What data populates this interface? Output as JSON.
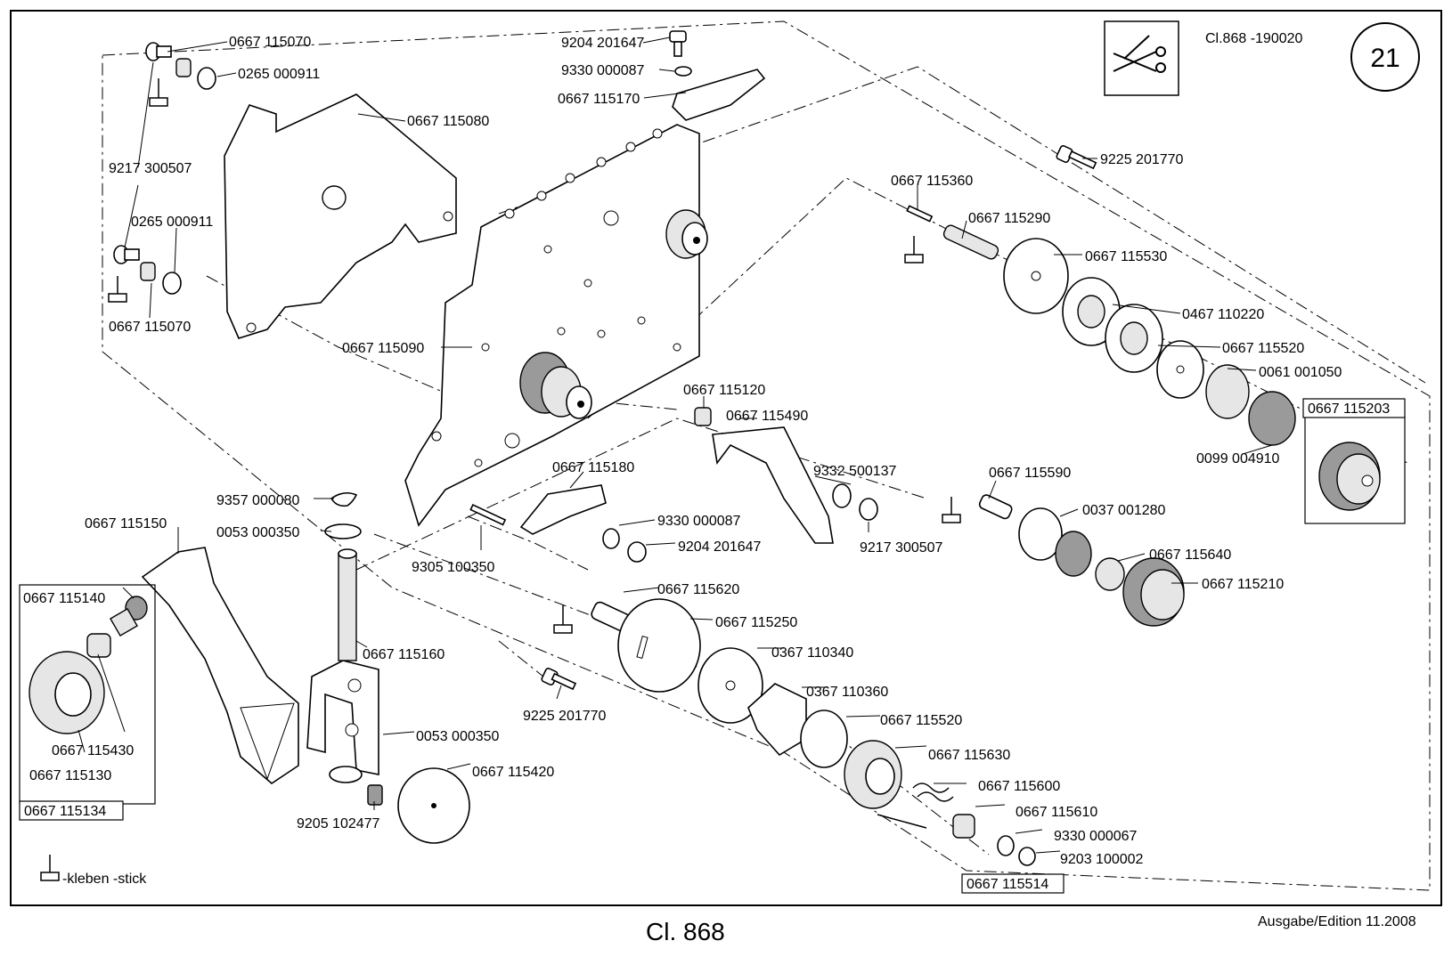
{
  "header": {
    "sheet_ref": "Cl.868 -190020",
    "page_number": "21"
  },
  "footer": {
    "class_title": "Cl. 868",
    "edition": "Ausgabe/Edition  11.2008"
  },
  "legend": {
    "glue_text": "-kleben -stick"
  },
  "icons": {
    "scissors": "scissors-icon",
    "glue": "glue-brush-icon"
  },
  "labels": {
    "p0667_115070_top": "0667 115070",
    "p0265_000911_top": "0265 000911",
    "p0667_115080": "0667 115080",
    "p9217_300507_left": "9217 300507",
    "p0265_000911_mid": "0265 000911",
    "p0667_115070_bot": "0667 115070",
    "p9204_201647_top": "9204 201647",
    "p9330_000087_top": "9330 000087",
    "p0667_115170": "0667 115170",
    "p9225_201770_top": "9225 201770",
    "p0667_115360": "0667 115360",
    "p0667_115290": "0667 115290",
    "p0667_115530": "0667 115530",
    "p0467_110220": "0467 110220",
    "p0667_115520_top": "0667 115520",
    "p0061_001050": "0061 001050",
    "p0667_115203": "0667 115203",
    "p0099_004910": "0099 004910",
    "p0667_115090": "0667 115090",
    "p0667_115120": "0667 115120",
    "p0667_115490": "0667 115490",
    "p9332_500137": "9332 500137",
    "p9217_300507_mid": "9217 300507",
    "p0667_115180": "0667 115180",
    "p9330_000087_mid": "9330 000087",
    "p9204_201647_mid": "9204 201647",
    "p9305_100350": "9305 100350",
    "p9357_000080": "9357 000080",
    "p0053_000350_top": "0053 000350",
    "p0667_115150": "0667 115150",
    "p0667_115140": "0667 115140",
    "p0667_115430": "0667 115430",
    "p0667_115130": "0667 115130",
    "p0667_115134": "0667 115134",
    "p0667_115160": "0667 115160",
    "p0053_000350_bot": "0053 000350",
    "p9205_102477": "9205 102477",
    "p0667_115420": "0667 115420",
    "p0667_115590": "0667 115590",
    "p0037_001280": "0037 001280",
    "p0667_115640": "0667 115640",
    "p0667_115210": "0667 115210",
    "p0667_115620": "0667 115620",
    "p0667_115250": "0667 115250",
    "p0367_110340": "0367 110340",
    "p0367_110360": "0367 110360",
    "p0667_115520_bot": "0667 115520",
    "p0667_115630": "0667 115630",
    "p0667_115600": "0667 115600",
    "p0667_115610": "0667 115610",
    "p9330_000067": "9330 000067",
    "p9203_100002": "9203 100002",
    "p9225_201770_bot": "9225 201770",
    "p0667_115514": "0667 115514"
  }
}
